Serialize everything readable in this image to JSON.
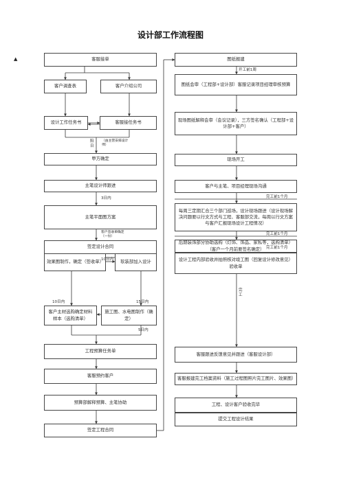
{
  "title": "设计部工作流程图",
  "left_column": {
    "customer_intake": "客服接单",
    "customer_survey": "客户调查表",
    "customer_intro": "客户介绍公司",
    "design_task_sheet": "设计工作任务书",
    "service_task_sheet": "客服接任务书",
    "client_confirm": "甲方确定",
    "lead_follow": "主笔设计师跟进",
    "lead_floor_plan": "主笔平面图方案",
    "sign_contract": "签定设计合同",
    "renderings": "效果图制作，确定（签收单）",
    "soft_decor": "软装部加入设计",
    "material_selection": "客户主材选购确定材料样本（选购清单）",
    "construction_drawings": "施工图、水电图制作（确定）",
    "budget_task": "工程预算任务单",
    "service_appointment": "客服预约客户",
    "budget_explain": "预算部解释预算、主笔协助",
    "sign_project_contract": "签定工程合同"
  },
  "right_column": {
    "drawing_submit": "图纸报建",
    "drawing_review": "图纸会审（工程部+设计部）客服记录项目经理审核预算",
    "onsite_briefing": "现场图纸解释会审（会议记录），三方签名确认（工程部+设计部+客户）",
    "site_start": "现场开工",
    "client_communication": "客户与主笔、项目经理现场沟通",
    "weekly_meeting": "每周三定期汇合三个部门巡场，设计现场跟进（设计现场解决问题要以行文方式与工程、客服部交流，每周以行文方案与客户汇报现场设计工程情况）",
    "later_decor": "后期装饰部分协助选购（灯饰、饰品、家私等，选购清单）（客户一个月前要签名确定）",
    "inspection": "设计工程内部验收并拍照核对竣工图（回复设计修改意见）验收单",
    "service_feedback": "客服跟进反馈意见并跟进（客服设计部）",
    "archive": "客服报建完工档案资料（施工过程图照片完工图片、效果图）",
    "design_acceptance": "工程、设计客户验收完毕",
    "submit_results": "提交工程设计结果"
  },
  "notes": {
    "one_week_before": "开工前1周",
    "day_label": "阳日",
    "day_note": "（由主营安排设计师）",
    "three_days": "3日内",
    "sign_note": "客户签收单确定（一份）",
    "ten_days_a": "10日内",
    "ten_days_b": "10日内",
    "fifteen_days": "15日内",
    "five_days": "5日内",
    "done_1_month_a": "完工前1个月",
    "done_1_month_b": "完工前1个月",
    "done_1_month_c": "完工前1个月",
    "completed": "完工"
  }
}
